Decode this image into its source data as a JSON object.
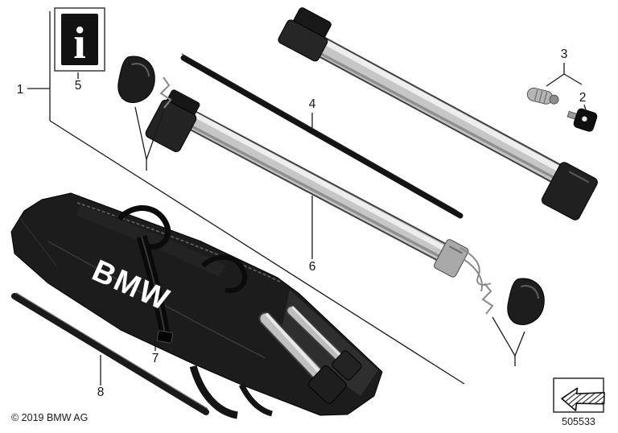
{
  "meta": {
    "copyright": "© 2019 BMW AG",
    "diagram_number": "505533"
  },
  "callouts": {
    "c1": "1",
    "c2": "2",
    "c3": "3",
    "c4": "4",
    "c5": "5",
    "c6": "6",
    "c7": "7",
    "c8": "8"
  },
  "bag": {
    "logo": "BMW"
  },
  "icons": {
    "info_icon": "i",
    "back_arrow_icon": "hatched-left-arrow"
  },
  "colors": {
    "background": "#ffffff",
    "outline": "#1a1a1a",
    "bag_fill": "#1c1c1c",
    "aluminum": "#c6c6c6",
    "logo_text": "#ffffff"
  }
}
